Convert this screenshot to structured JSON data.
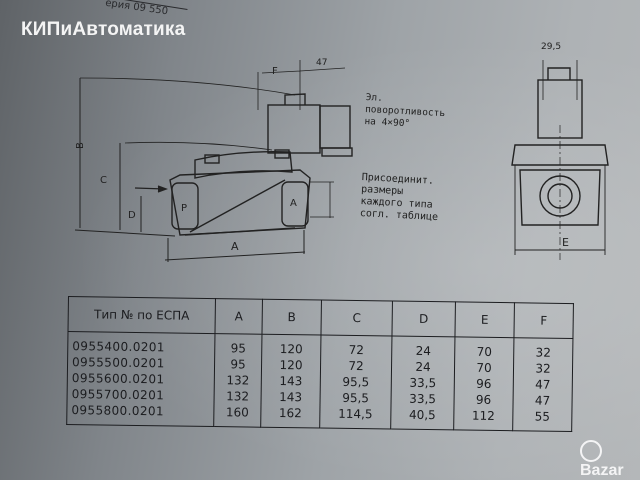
{
  "watermark_brand": "КИПиАвтоматика",
  "series_caption": "ерия 09 550",
  "drawing": {
    "dim_labels": {
      "F": "F",
      "f_value": "47",
      "B": "B",
      "C": "C",
      "D": "D",
      "A": "A",
      "port_p": "P",
      "port_a": "A",
      "E": "E",
      "e_width": "29,5"
    },
    "note_rotation": [
      "Эл.",
      "поворотливость",
      "на 4×90°"
    ],
    "note_connection": [
      "Присоединит.",
      "размеры",
      "каждого типа",
      "согл. таблице"
    ]
  },
  "table": {
    "headers": [
      "Тип № по ЕСПА",
      "A",
      "B",
      "C",
      "D",
      "E",
      "F"
    ],
    "rows": [
      [
        "0955400.0201",
        "95",
        "120",
        "72",
        "24",
        "70",
        "32"
      ],
      [
        "0955500.0201",
        "95",
        "120",
        "72",
        "24",
        "70",
        "32"
      ],
      [
        "0955600.0201",
        "132",
        "143",
        "95,5",
        "33,5",
        "96",
        "47"
      ],
      [
        "0955700.0201",
        "132",
        "143",
        "95,5",
        "33,5",
        "96",
        "47"
      ],
      [
        "0955800.0201",
        "160",
        "162",
        "114,5",
        "40,5",
        "112",
        "55"
      ]
    ]
  },
  "corner_logo": "Bazar"
}
